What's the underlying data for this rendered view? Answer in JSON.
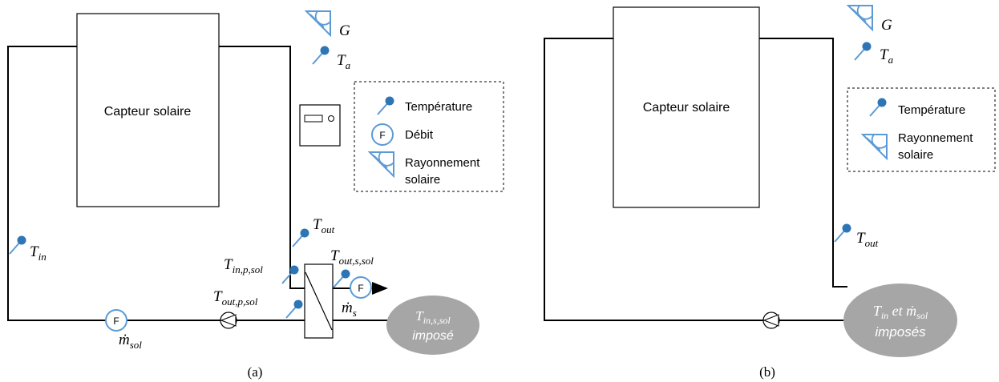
{
  "colors": {
    "sensor": "#2e75b6",
    "sensor_outline": "#5b9bd5",
    "ellipse": "#a6a6a6",
    "ellipse_text": "#ffffff"
  },
  "icons": [
    "temperature-sensor-icon",
    "flowmeter-icon",
    "solar-radiation-sensor-icon",
    "pump-icon",
    "heat-exchanger-icon",
    "controller-icon"
  ],
  "panel_a": {
    "collector_label": "Capteur solaire",
    "caption": "(a)",
    "G": {
      "main": "G"
    },
    "Ta": {
      "main": "T",
      "sub": "a"
    },
    "Tin": {
      "main": "T",
      "sub": "in"
    },
    "Tout": {
      "main": "T",
      "sub": "out"
    },
    "Tin_p_sol": {
      "main": "T",
      "sub": "in,p,sol"
    },
    "Tout_p_sol": {
      "main": "T",
      "sub": "out,p,sol"
    },
    "Tout_s_sol": {
      "main": "T",
      "sub": "out,s,sol"
    },
    "m_sol": {
      "main": "ṁ",
      "sub": "sol"
    },
    "m_s": {
      "main": "ṁ",
      "sub": "s"
    },
    "flow_symbol": "F",
    "ellipse": {
      "line1_main": "T",
      "line1_sub": "in,s,sol",
      "line2": "imposé"
    },
    "legend": {
      "temperature": "Température",
      "flow": "Débit",
      "radiation_l1": "Rayonnement",
      "radiation_l2": "solaire"
    }
  },
  "panel_b": {
    "collector_label": "Capteur solaire",
    "caption": "(b)",
    "G": {
      "main": "G"
    },
    "Ta": {
      "main": "T",
      "sub": "a"
    },
    "Tout": {
      "main": "T",
      "sub": "out"
    },
    "ellipse": {
      "l1_a": "T",
      "l1_a_sub": "in",
      "l1_b": " et ",
      "l1_c": "ṁ",
      "l1_c_sub": "sol",
      "line2": "imposés"
    },
    "legend": {
      "temperature": "Température",
      "radiation_l1": "Rayonnement",
      "radiation_l2": "solaire"
    }
  }
}
